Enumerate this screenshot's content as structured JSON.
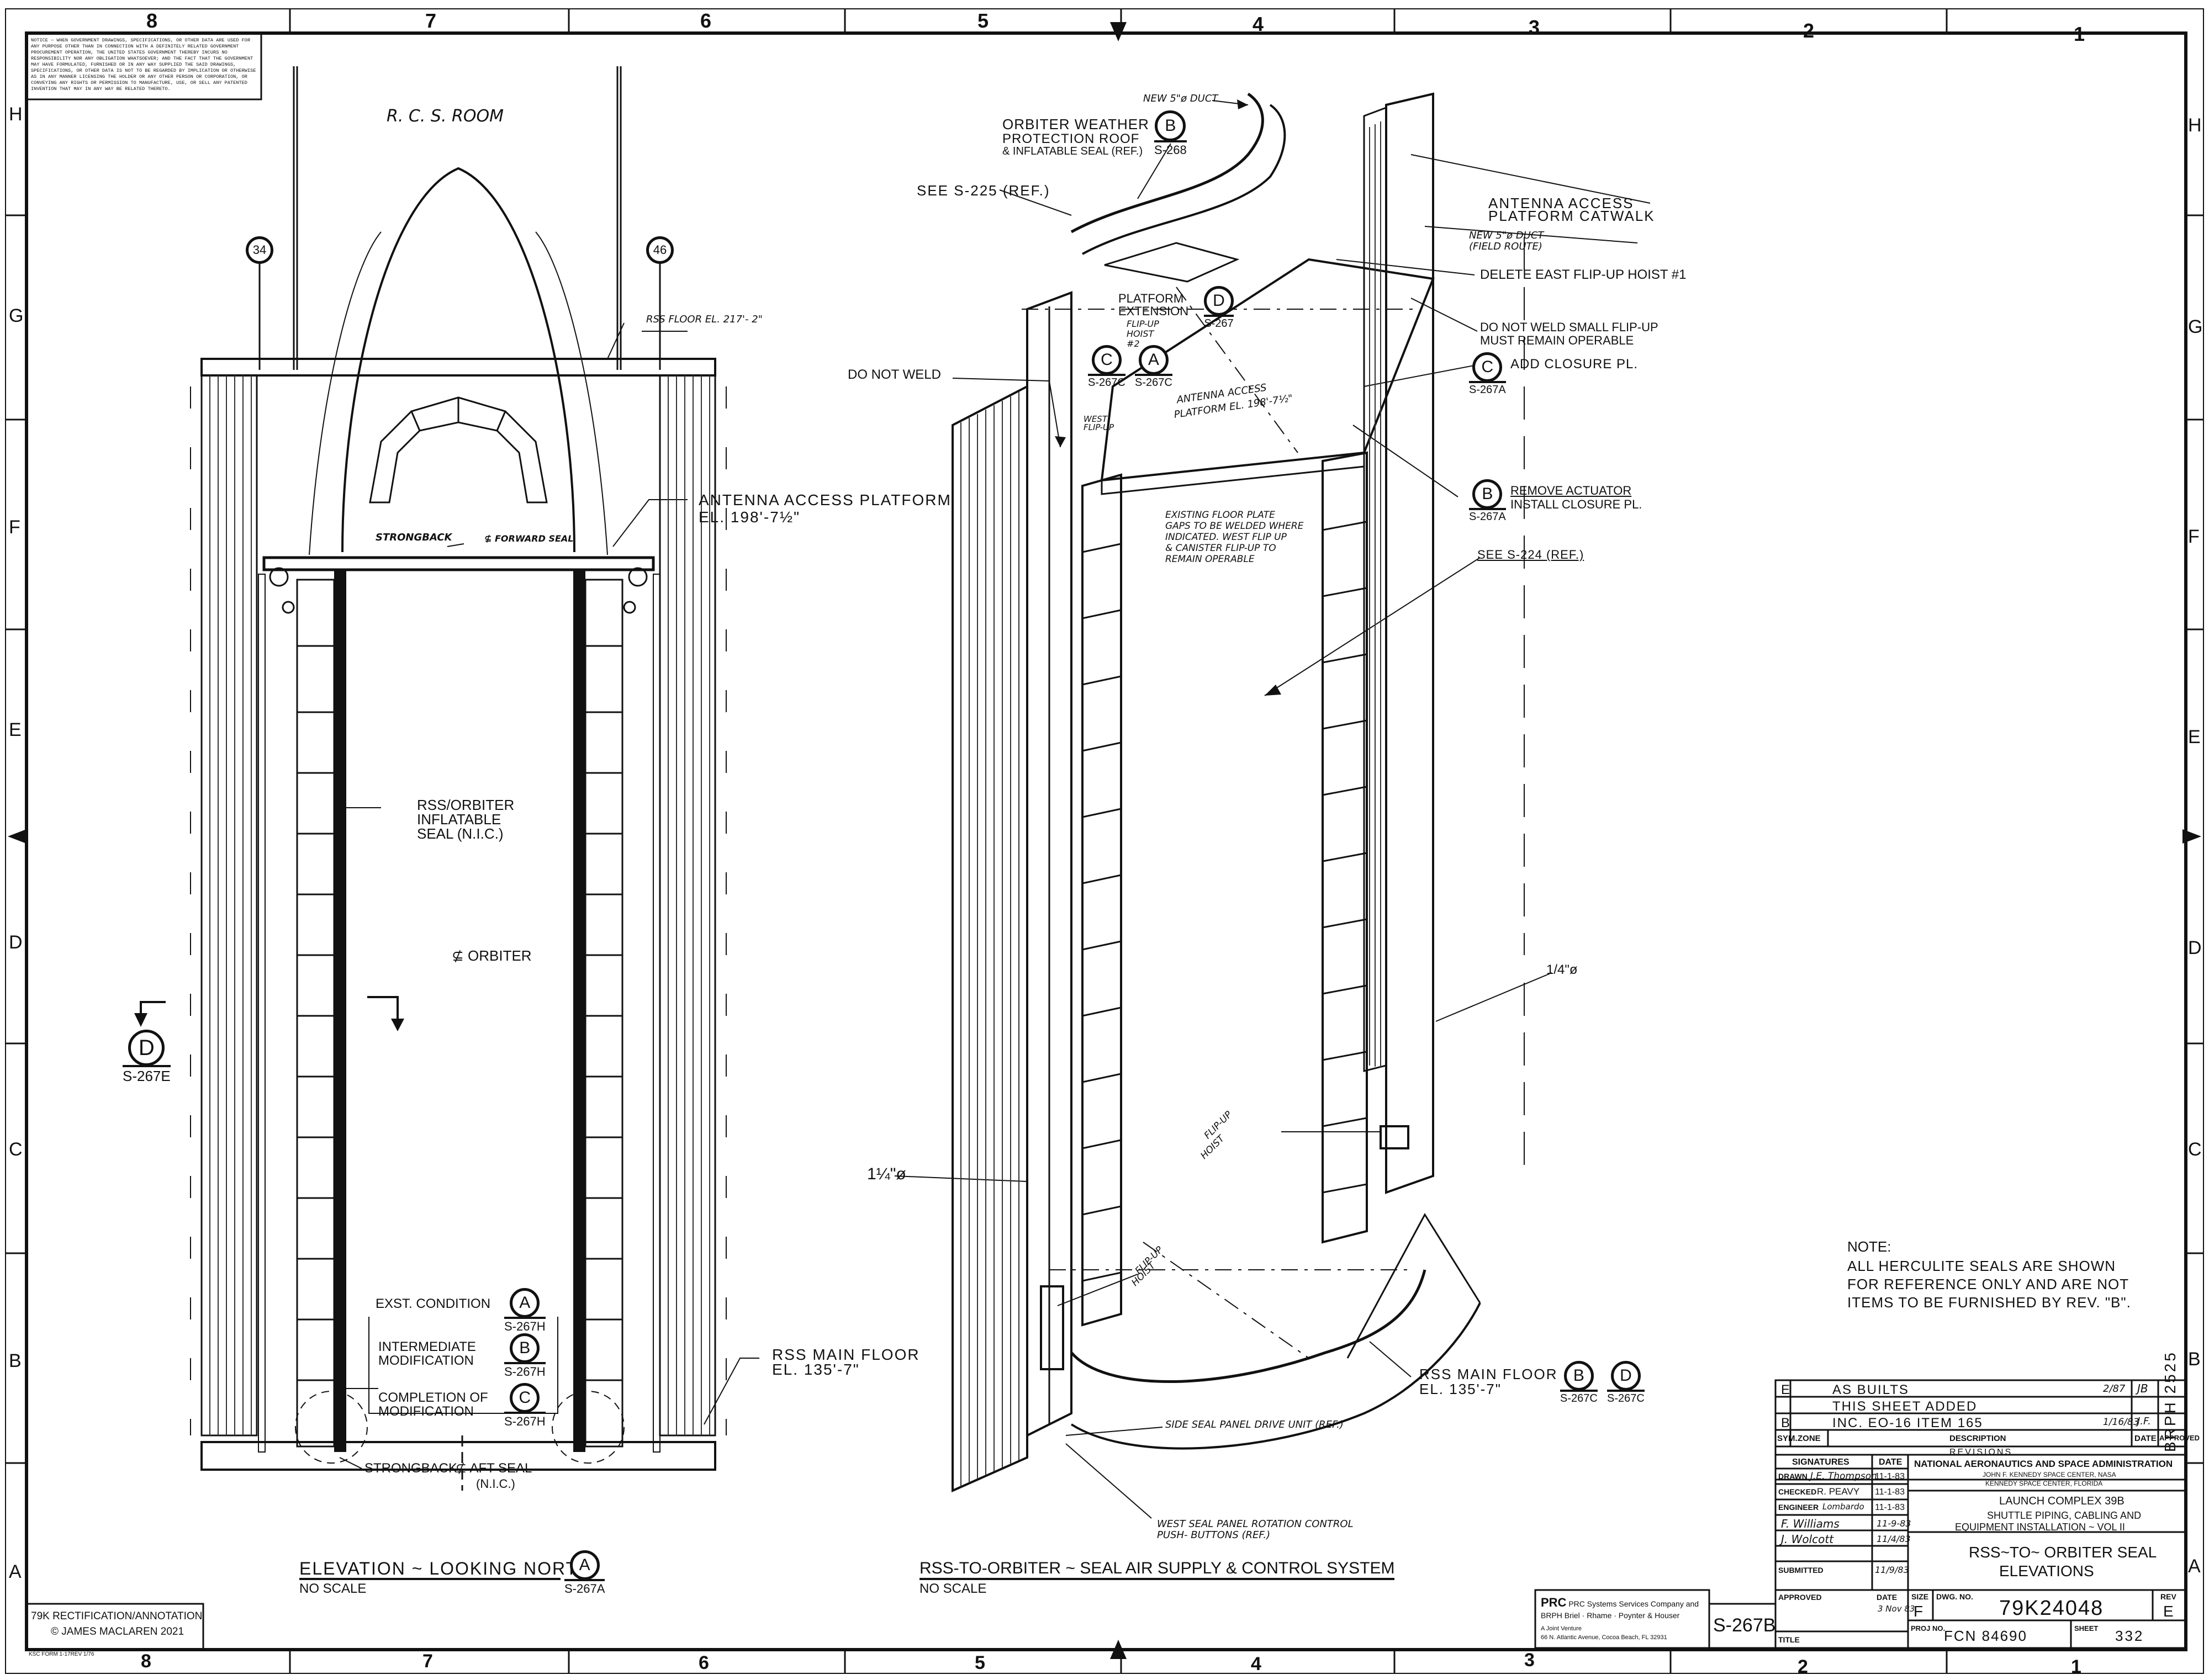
{
  "border": {
    "col_labels_top": [
      "8",
      "7",
      "6",
      "5",
      "4",
      "3",
      "2",
      "1"
    ],
    "col_labels_bottom": [
      "8",
      "7",
      "6",
      "5",
      "4",
      "3",
      "2",
      "1"
    ],
    "row_labels": [
      "H",
      "G",
      "F",
      "E",
      "D",
      "C",
      "B",
      "A"
    ]
  },
  "notice_block": "NOTICE — WHEN GOVERNMENT DRAWINGS, SPECIFICATIONS, OR OTHER DATA ARE USED FOR ANY PURPOSE OTHER THAN IN CONNECTION WITH A DEFINITELY RELATED GOVERNMENT PROCUREMENT OPERATION, THE UNITED STATES GOVERNMENT THEREBY INCURS NO RESPONSIBILITY NOR ANY OBLIGATION WHATSOEVER; AND THE FACT THAT THE GOVERNMENT MAY HAVE FORMULATED, FURNISHED OR IN ANY WAY SUPPLIED THE SAID DRAWINGS, SPECIFICATIONS, OR OTHER DATA IS NOT TO BE REGARDED BY IMPLICATION OR OTHERWISE AS IN ANY MANNER LICENSING THE HOLDER OR ANY OTHER PERSON OR CORPORATION, OR CONVEYING ANY RIGHTS OR PERMISSION TO MANUFACTURE, USE, OR SELL ANY PATENTED INVENTION THAT MAY IN ANY WAY BE RELATED THERETO.",
  "left_view": {
    "rcs_room": "R. C. S.  ROOM",
    "col_34": "34",
    "col_46": "46",
    "rss_floor": "RSS FLOOR EL. 217'- 2\"",
    "strongback_top": "STRONGBACK",
    "forward_seal": "⊈ FORWARD SEAL",
    "antenna_platform_1": "ANTENNA  ACCESS  PLATFORM",
    "antenna_platform_2": "EL. 198'-7½\"",
    "inflatable_1": "RSS/ORBITER",
    "inflatable_2": "INFLATABLE",
    "inflatable_3": "SEAL  (N.I.C.)",
    "orbiter": "⊈  ORBITER",
    "section_letter": "D",
    "section_sheet": "S-267E",
    "exst_condition": "EXST. CONDITION",
    "ref_a_letter": "A",
    "ref_a_sheet": "S-267H",
    "intermediate_1": "INTERMEDIATE",
    "intermediate_2": "MODIFICATION",
    "ref_b_letter": "B",
    "ref_b_sheet": "S-267H",
    "completion_1": "COMPLETION  OF",
    "completion_2": "MODIFICATION",
    "ref_c_letter": "C",
    "ref_c_sheet": "S-267H",
    "main_floor_1": "RSS  MAIN  FLOOR",
    "main_floor_2": "EL.  135'-7\"",
    "strongback_bottom": "STRONGBACK",
    "aft_seal": "⊈  AFT  SEAL",
    "nic": "(N.I.C.)",
    "title": "ELEVATION ~ LOOKING  NORTH",
    "title_letter": "A",
    "title_sheet": "S-267A",
    "scale": "NO  SCALE"
  },
  "right_view": {
    "new_duct_1": "NEW 5\"ø DUCT",
    "weather_roof_1": "ORBITER  WEATHER",
    "weather_roof_2": "PROTECTION  ROOF",
    "weather_roof_3": "& INFLATABLE SEAL (REF.)",
    "ref_b1_letter": "B",
    "ref_b1_sheet": "S-268",
    "see_225": "SEE  S-225 (REF.)",
    "antenna_catwalk_1": "ANTENNA  ACCESS",
    "antenna_catwalk_2": "PLATFORM  CATWALK",
    "new_duct_2": "NEW 5\"ø DUCT",
    "field_route": "(FIELD ROUTE)",
    "delete_hoist": "DELETE EAST FLIP-UP HOIST #1",
    "platform_ext_1": "PLATFORM",
    "platform_ext_2": "EXTENSION",
    "ref_d1_letter": "D",
    "ref_d1_sheet": "S-267",
    "do_not_weld_small_1": "DO NOT WELD SMALL FLIP-UP",
    "do_not_weld_small_2": "MUST REMAIN OPERABLE",
    "flip_up_hoist_2": "FLIP-UP HOIST #2",
    "ref_c2_letter": "C",
    "ref_c2_sheet": "S-267C",
    "ref_a2_letter": "A",
    "ref_a2_sheet": "S-267C",
    "do_not_weld": "DO NOT WELD",
    "west_flip": "WEST FLIP-UP",
    "antenna_platform_1": "ANTENNA ACCESS",
    "antenna_platform_2": "PLATFORM EL. 198'-7½\"",
    "ref_c3_letter": "C",
    "ref_c3_sheet": "S-267A",
    "add_closure": "ADD  CLOSURE  PL.",
    "ref_b3_letter": "B",
    "ref_b3_sheet": "S-267A",
    "remove_actuator": "REMOVE  ACTUATOR",
    "install_closure": "INSTALL  CLOSURE  PL.",
    "existing_floor_1": "EXISTING FLOOR PLATE",
    "existing_floor_2": "GAPS TO BE WELDED WHERE",
    "existing_floor_3": "INDICATED. WEST FLIP UP",
    "existing_floor_4": "& CANISTER FLIP-UP TO",
    "existing_floor_5": "REMAIN OPERABLE",
    "see_224": "SEE  S-224 (REF.)",
    "quarter_inch": "1/4\"ø",
    "flip_up_hoist_a": "FLIP-UP",
    "flip_up_hoist_b": "HOIST",
    "one_quarter": "1¼\"ø",
    "flip_up_hoist_c": "FLIP-UP",
    "flip_up_hoist_d": "HOIST",
    "main_floor_1": "RSS  MAIN  FLOOR",
    "main_floor_2": "EL.  135'-7\"",
    "ref_b4_letter": "B",
    "ref_b4_sheet": "S-267C",
    "ref_d4_letter": "D",
    "ref_d4_sheet": "S-267C",
    "side_seal": "SIDE SEAL PANEL DRIVE UNIT (REF.)",
    "west_seal_1": "WEST SEAL PANEL ROTATION CONTROL",
    "west_seal_2": "PUSH- BUTTONS (REF.)",
    "title": "RSS-TO-ORBITER ~ SEAL AIR SUPPLY & CONTROL SYSTEM",
    "scale": "NO  SCALE"
  },
  "note": {
    "heading": "NOTE:",
    "line1": "ALL  HERCULITE  SEALS  ARE  SHOWN",
    "line2": "FOR  REFERENCE  ONLY  AND  ARE  NOT",
    "line3": "ITEMS  TO  BE  FURNISHED  BY  REV. \"B\"."
  },
  "revisions": [
    {
      "sym": "E",
      "zone": "",
      "desc": "AS  BUILTS",
      "date": "2/87",
      "appr": "JB"
    },
    {
      "sym": "",
      "zone": "",
      "desc": "THIS  SHEET  ADDED",
      "date": "",
      "appr": ""
    },
    {
      "sym": "B",
      "zone": "",
      "desc": "INC.  EO-16  ITEM  165",
      "date": "1/16/83",
      "appr": "J.F."
    }
  ],
  "rev_headers": {
    "sym": "SYM.",
    "zone": "ZONE",
    "desc": "DESCRIPTION",
    "date": "DATE",
    "appr": "APPROVED",
    "title": "REVISIONS"
  },
  "signatures": {
    "header": "SIGNATURES",
    "date_header": "DATE",
    "drawn_label": "DRAWN",
    "drawn_name": "J.E. Thompson",
    "drawn_date": "11-1-83",
    "checked_label": "CHECKED",
    "checked_name": "R. PEAVY",
    "checked_date": "11-1-83",
    "engineer_label": "ENGINEER",
    "engineer_name": "Lombardo",
    "engineer_date": "11-1-83",
    "sig4_name": "F. Williams",
    "sig4_date": "11-9-83",
    "sig5_name": "J. Wolcott",
    "sig5_date": "11/4/83",
    "submitted_label": "SUBMITTED",
    "submitted_date": "11/9/83",
    "approved_label": "APPROVED",
    "approved_date_label": "DATE",
    "approved_date": "3 Nov 83"
  },
  "title_block": {
    "agency": "NATIONAL AERONAUTICS AND SPACE ADMINISTRATION",
    "center_1": "JOHN F. KENNEDY SPACE CENTER, NASA",
    "center_2": "KENNEDY SPACE CENTER, FLORIDA",
    "project": "LAUNCH COMPLEX 39B",
    "project_2": "SHUTTLE PIPING, CABLING AND",
    "project_3": "EQUIPMENT INSTALLATION ~ VOL II",
    "title_1": "RSS~TO~ ORBITER SEAL",
    "title_2": "ELEVATIONS",
    "title_label": "TITLE",
    "size_label": "SIZE",
    "size": "F",
    "dwg_label": "DWG. NO.",
    "dwg_no": "79K24048",
    "rev_label": "REV",
    "rev": "E",
    "proj_label": "PROJ NO.",
    "fcn": "FCN  84690",
    "sheet_label": "SHEET",
    "sheet": "332",
    "sheet_ref": "S-267B",
    "vertical_code": "BRPH 2525"
  },
  "contractor": {
    "line1": "PRC  Systems Services Company and",
    "line2": "BRPH  Briel · Rhame · Poynter & Houser",
    "line3": "A Joint Venture",
    "line4": "66 N. Atlantic Avenue, Cocoa Beach, FL 32931"
  },
  "annotation": {
    "line1": "79K RECTIFICATION/ANNOTATION",
    "line2": "© JAMES MACLAREN 2021"
  },
  "form_no": "KSC FORM 1-17REV 1/76"
}
